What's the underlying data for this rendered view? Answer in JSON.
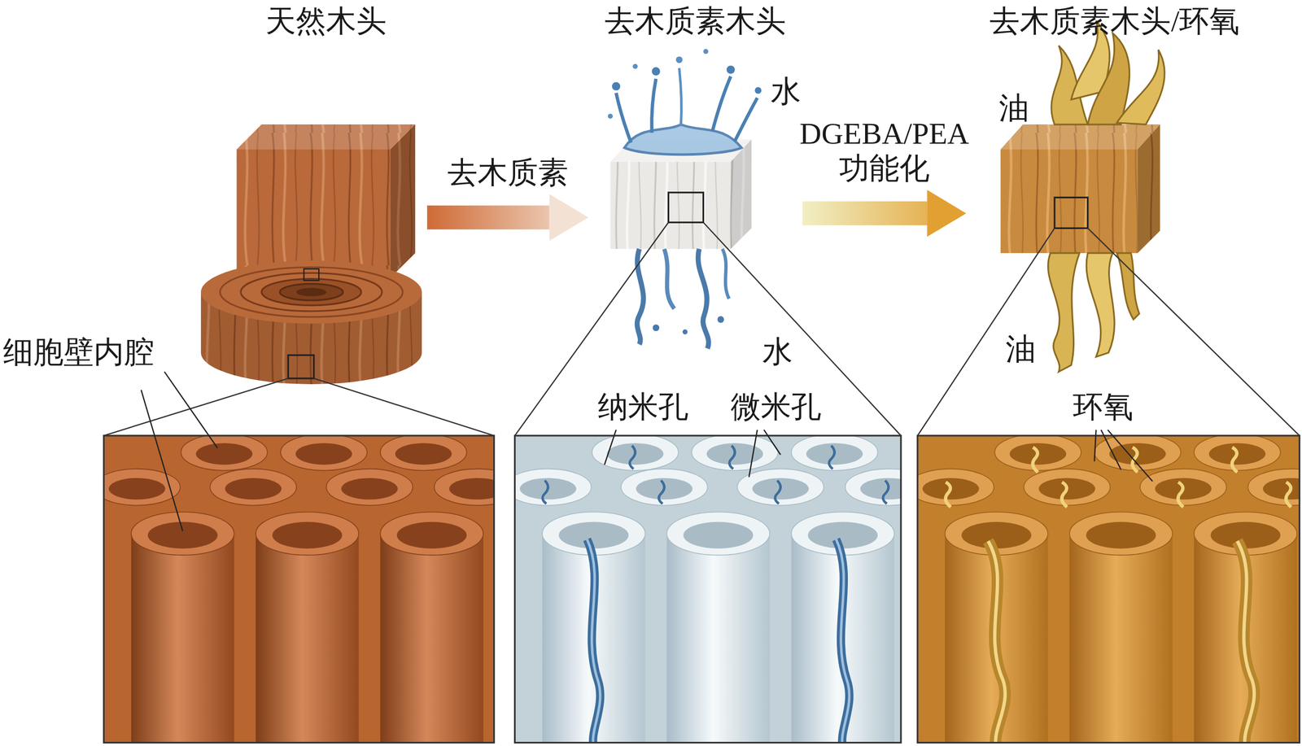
{
  "diagram": {
    "nodes": [
      {
        "text": [
          "天然木头"
        ]
      },
      {
        "text": [
          "去木质素木头"
        ]
      },
      {
        "text": [
          "去木质素木头/环氧"
        ]
      }
    ],
    "edges": [
      {
        "from": 0,
        "to": 1,
        "arrow": "to",
        "label": "去木质素"
      },
      {
        "from": 1,
        "to": 2,
        "arrow": "to",
        "label": "DGEBA/PEA 功能化"
      }
    ],
    "labels": [
      "水",
      "油",
      "细胞壁内腔",
      "水",
      "油",
      "纳米孔",
      "微米孔",
      "环氧"
    ]
  }
}
